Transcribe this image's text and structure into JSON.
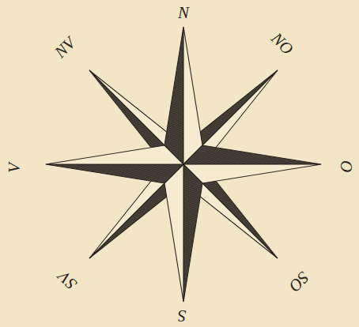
{
  "diagram": {
    "labels": [
      "N",
      "NO",
      "O",
      "SO",
      "S",
      "SV",
      "V",
      "NV"
    ]
  }
}
